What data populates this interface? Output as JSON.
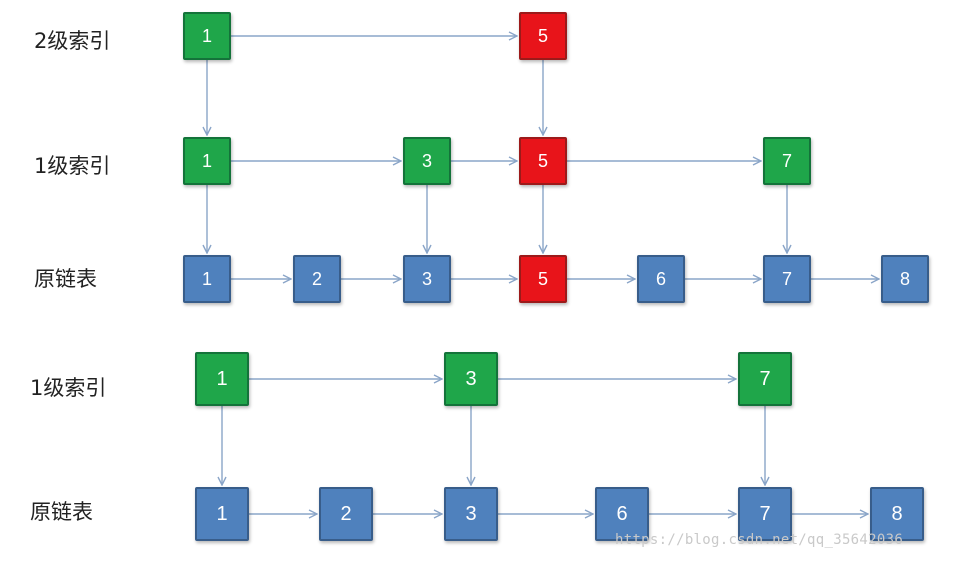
{
  "diagram1": {
    "rows": [
      {
        "label": "2级索引",
        "nodes": [
          {
            "value": "1",
            "color": "green"
          },
          {
            "value": "5",
            "color": "red"
          }
        ]
      },
      {
        "label": "1级索引",
        "nodes": [
          {
            "value": "1",
            "color": "green"
          },
          {
            "value": "3",
            "color": "green"
          },
          {
            "value": "5",
            "color": "red"
          },
          {
            "value": "7",
            "color": "green"
          }
        ]
      },
      {
        "label": "原链表",
        "nodes": [
          {
            "value": "1",
            "color": "blue"
          },
          {
            "value": "2",
            "color": "blue"
          },
          {
            "value": "3",
            "color": "blue"
          },
          {
            "value": "5",
            "color": "red"
          },
          {
            "value": "6",
            "color": "blue"
          },
          {
            "value": "7",
            "color": "blue"
          },
          {
            "value": "8",
            "color": "blue"
          }
        ]
      }
    ]
  },
  "diagram2": {
    "rows": [
      {
        "label": "1级索引",
        "nodes": [
          {
            "value": "1",
            "color": "green"
          },
          {
            "value": "3",
            "color": "green"
          },
          {
            "value": "7",
            "color": "green"
          }
        ]
      },
      {
        "label": "原链表",
        "nodes": [
          {
            "value": "1",
            "color": "blue"
          },
          {
            "value": "2",
            "color": "blue"
          },
          {
            "value": "3",
            "color": "blue"
          },
          {
            "value": "6",
            "color": "blue"
          },
          {
            "value": "7",
            "color": "blue"
          },
          {
            "value": "8",
            "color": "blue"
          }
        ]
      }
    ]
  },
  "colors": {
    "green": "#1fa64a",
    "red": "#e8141a",
    "blue": "#4f81bd",
    "arrow": "#8aa5c8"
  },
  "watermark": "https://blog.csdn.net/qq_35642036"
}
